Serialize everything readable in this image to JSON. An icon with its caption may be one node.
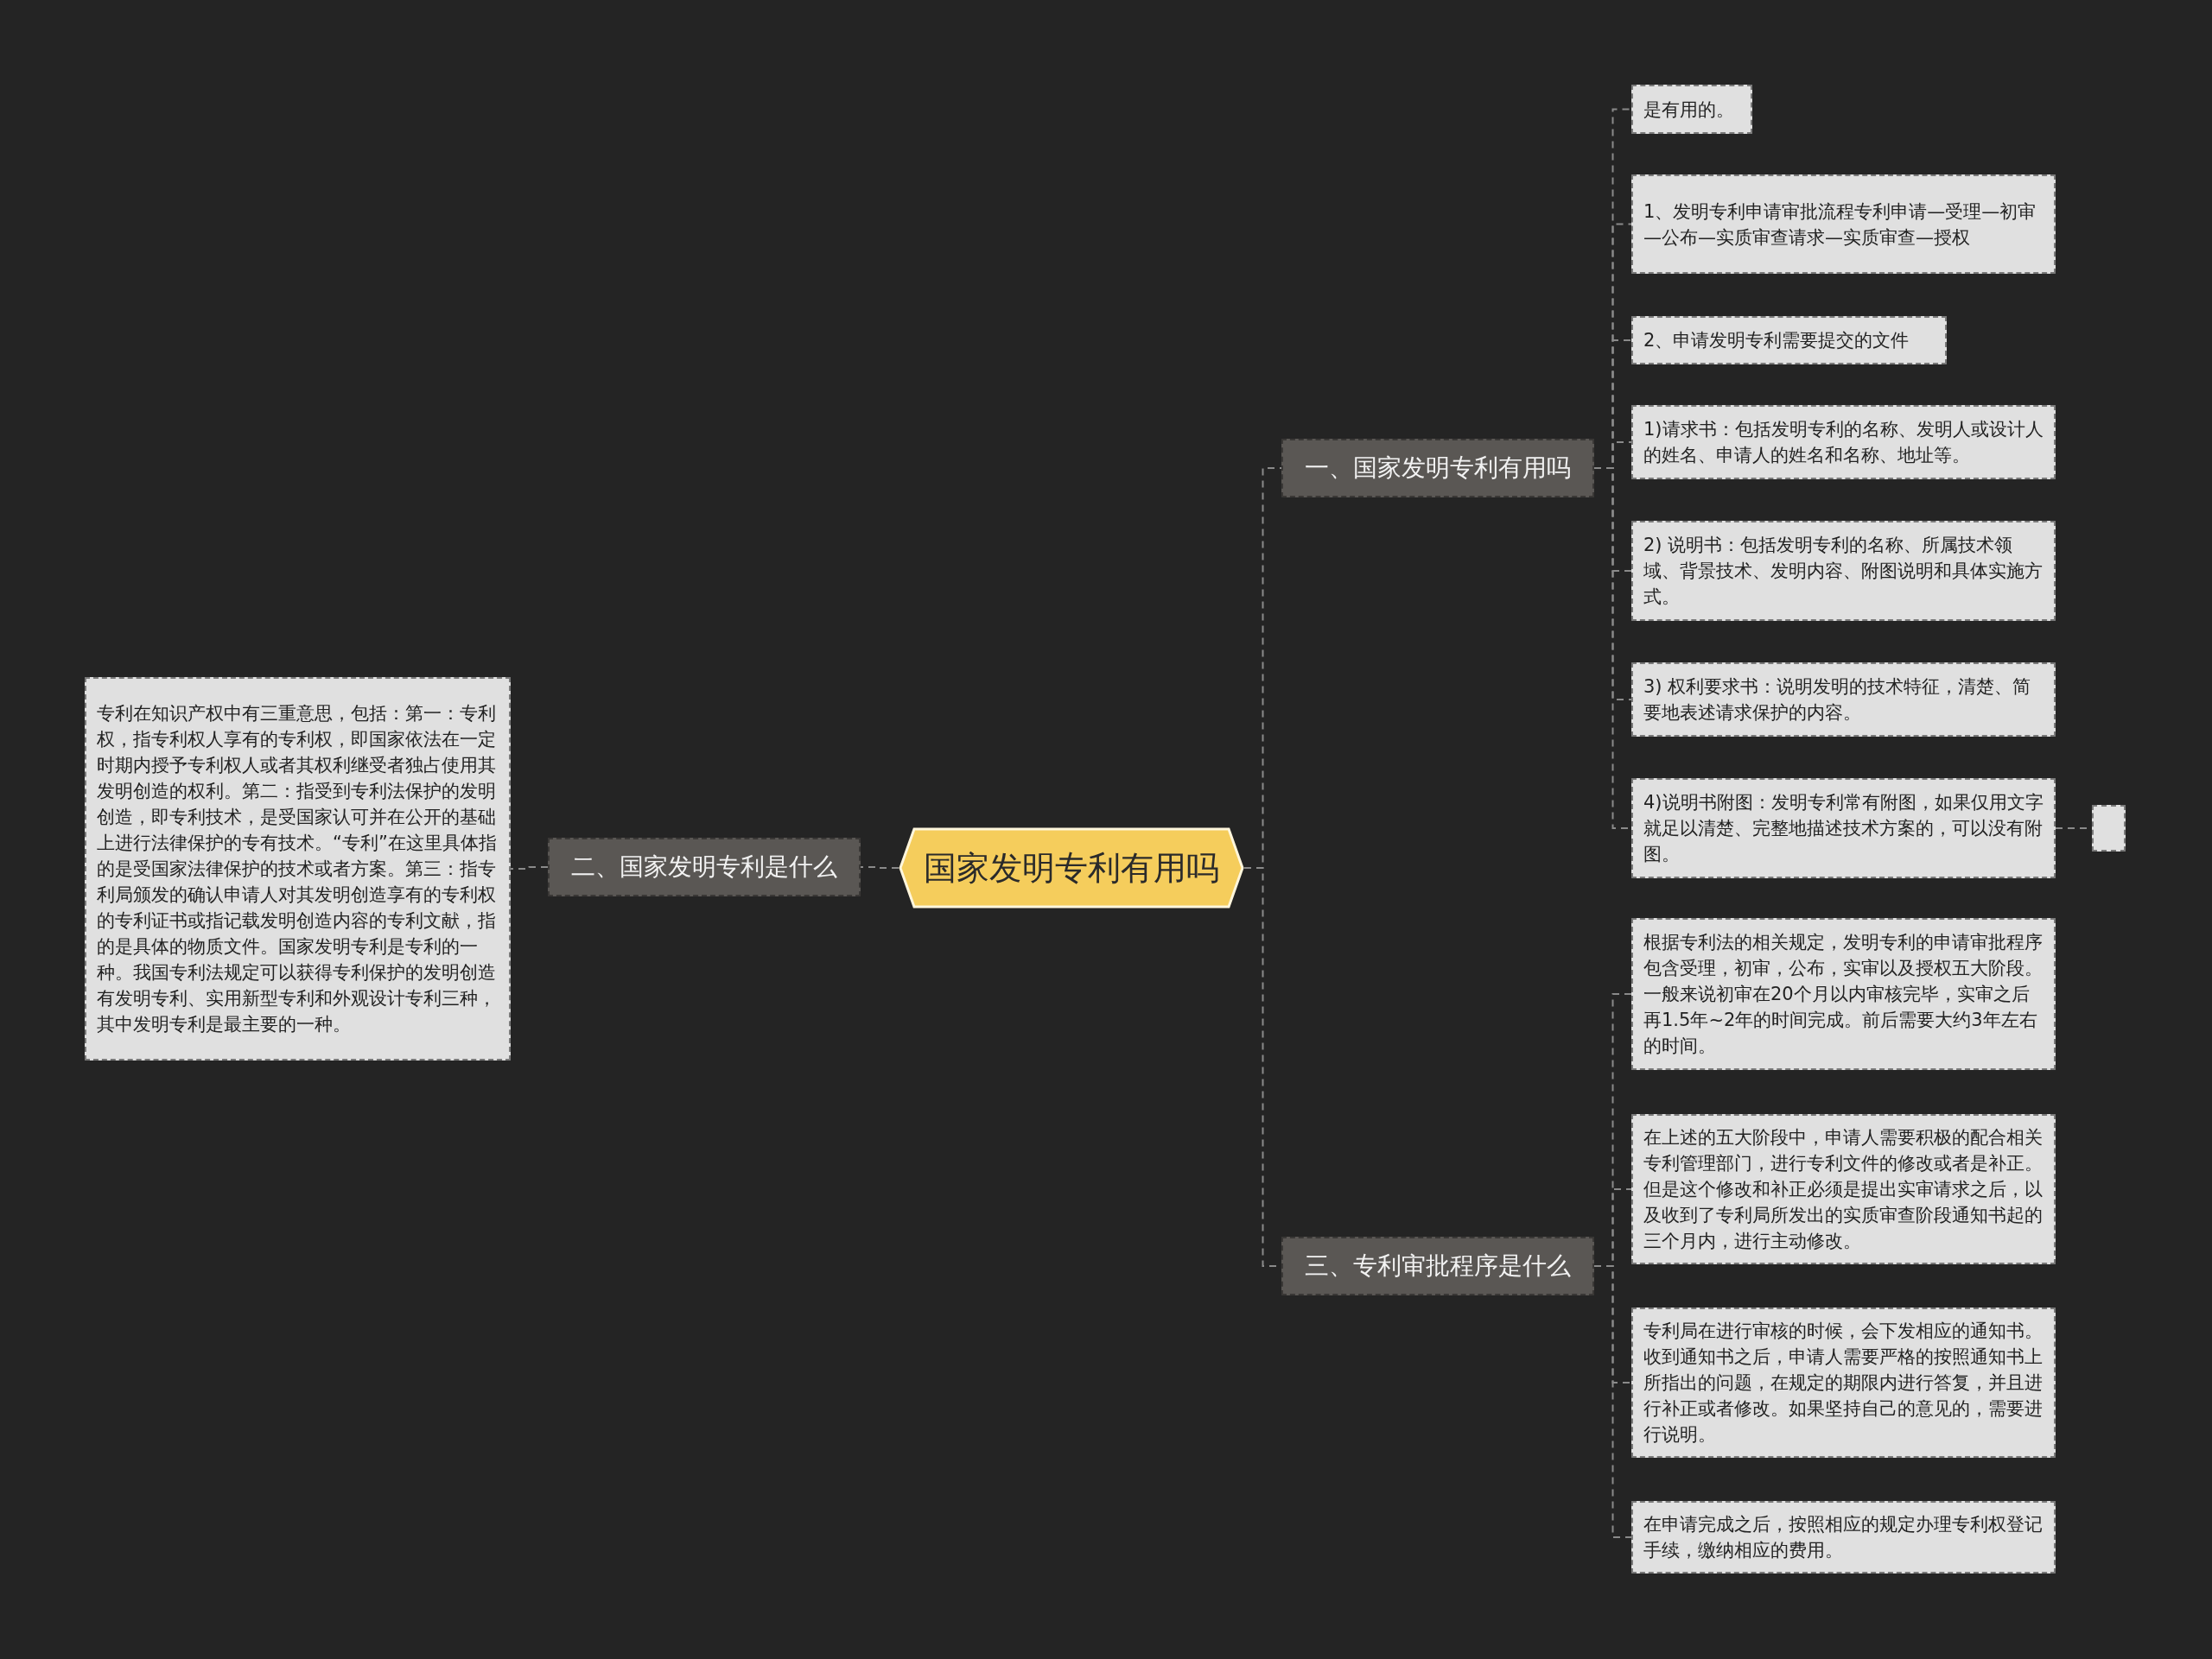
{
  "diagram": {
    "nodes": [
      {
        "text": [
          "国家发明专利有用吗"
        ]
      },
      {
        "text": [
          "一、国家发明专利有用吗"
        ]
      },
      {
        "text": [
          "是有用的。"
        ]
      },
      {
        "text": [
          "1、发明专利申请审批流程专利申请—受理—初审—公布—实质审查请求—实质审查—授权"
        ]
      },
      {
        "text": [
          "2、申请发明专利需要提交的文件"
        ]
      },
      {
        "text": [
          "1)请求书：包括发明专利的名称、发明人或设计人的姓名、申请人的姓名和名称、地址等。"
        ]
      },
      {
        "text": [
          "2) 说明书：包括发明专利的名称、所属技术领域、背景技术、发明内容、附图说明和具体实施方式。"
        ]
      },
      {
        "text": [
          "3) 权利要求书：说明发明的技术特征，清楚、简要地表述请求保护的内容。"
        ]
      },
      {
        "text": [
          "4)说明书附图：发明专利常有附图，如果仅用文字就足以清楚、完整地描述技术方案的，可以没有附图。"
        ]
      },
      {
        "text": [],
        "shape": "box"
      },
      {
        "text": [
          "二、国家发明专利是什么"
        ]
      },
      {
        "text": [
          "专利在知识产权中有三重意思，包括：第一：专利权，指专利权人享有的专利权，即国家依法在一定时期内授予专利权人或者其权利继受者独占使用其发明创造的权利。第二：指受到专利法保护的发明创造，即专利技术，是受国家认可并在公开的基础上进行法律保护的专有技术。“专利”在这里具体指的是受国家法律保护的技术或者方案。第三：指专利局颁发的确认申请人对其发明创造享有的专利权的专利证书或指记载发明创造内容的专利文献，指的是具体的物质文件。国家发明专利是专利的一种。我国专利法规定可以获得专利保护的发明创造有发明专利、实用新型专利和外观设计专利三种，其中发明专利是最主要的一种。"
        ]
      },
      {
        "text": [
          "三、专利审批程序是什么"
        ]
      },
      {
        "text": [
          "根据专利法的相关规定，发明专利的申请审批程序包含受理，初审，公布，实审以及授权五大阶段。一般来说初审在20个月以内审核完毕，实审之后再1.5年~2年的时间完成。前后需要大约3年左右的时间。"
        ]
      },
      {
        "text": [
          "在上述的五大阶段中，申请人需要积极的配合相关专利管理部门，进行专利文件的修改或者是补正。但是这个修改和补正必须是提出实审请求之后，以及收到了专利局所发出的实质审查阶段通知书起的三个月内，进行主动修改。"
        ]
      },
      {
        "text": [
          "专利局在进行审核的时候，会下发相应的通知书。收到通知书之后，申请人需要严格的按照通知书上所指出的问题，在规定的期限内进行答复，并且进行补正或者修改。如果坚持自己的意见的，需要进行说明。"
        ]
      },
      {
        "text": [
          "在申请完成之后，按照相应的规定办理专利权登记手续，缴纳相应的费用。"
        ]
      }
    ],
    "edges": [
      {
        "from": 0,
        "to": 1,
        "arrow": "none"
      },
      {
        "from": 1,
        "to": 2,
        "arrow": "none"
      },
      {
        "from": 1,
        "to": 3,
        "arrow": "none"
      },
      {
        "from": 1,
        "to": 4,
        "arrow": "none"
      },
      {
        "from": 1,
        "to": 5,
        "arrow": "none"
      },
      {
        "from": 1,
        "to": 6,
        "arrow": "none"
      },
      {
        "from": 1,
        "to": 7,
        "arrow": "none"
      },
      {
        "from": 1,
        "to": 8,
        "arrow": "none"
      },
      {
        "from": 8,
        "to": 9,
        "arrow": "none"
      },
      {
        "from": 0,
        "to": 10,
        "arrow": "none"
      },
      {
        "from": 10,
        "to": 11,
        "arrow": "none"
      },
      {
        "from": 0,
        "to": 12,
        "arrow": "none"
      },
      {
        "from": 12,
        "to": 13,
        "arrow": "none"
      },
      {
        "from": 12,
        "to": 14,
        "arrow": "none"
      },
      {
        "from": 12,
        "to": 15,
        "arrow": "none"
      },
      {
        "from": 12,
        "to": 16,
        "arrow": "none"
      }
    ]
  }
}
